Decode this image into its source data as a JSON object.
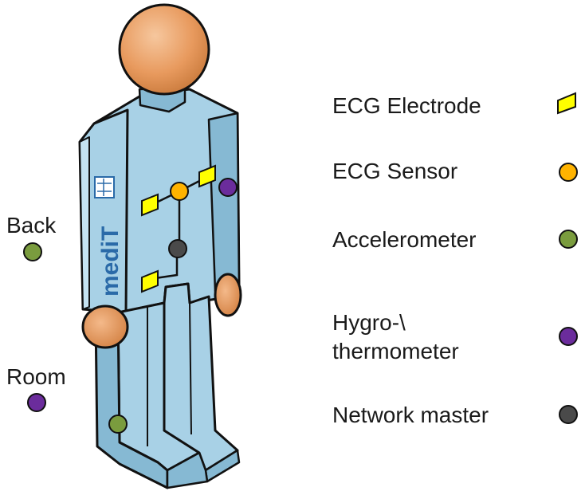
{
  "figure": {
    "brand_text": "mediT",
    "labels": {
      "back": "Back",
      "room": "Room"
    }
  },
  "legend": [
    {
      "label": "ECG Electrode",
      "marker": "parallelogram",
      "color": "#ffff00"
    },
    {
      "label": "ECG Sensor",
      "marker": "circle",
      "color": "#ffb300"
    },
    {
      "label": "Accelerometer",
      "marker": "circle",
      "color": "#7a9c3e"
    },
    {
      "label": "Hygro-\\ thermometer",
      "line1": "Hygro-\\",
      "line2": "thermometer",
      "marker": "circle",
      "color": "#6b2c9c"
    },
    {
      "label": "Network master",
      "marker": "circle",
      "color": "#4a4a4a"
    }
  ],
  "colors": {
    "suit": "#a8d1e6",
    "suit_shade": "#86b9d3",
    "skin": "#e8975a",
    "outline": "#111111",
    "brand": "#2a6aa8"
  }
}
